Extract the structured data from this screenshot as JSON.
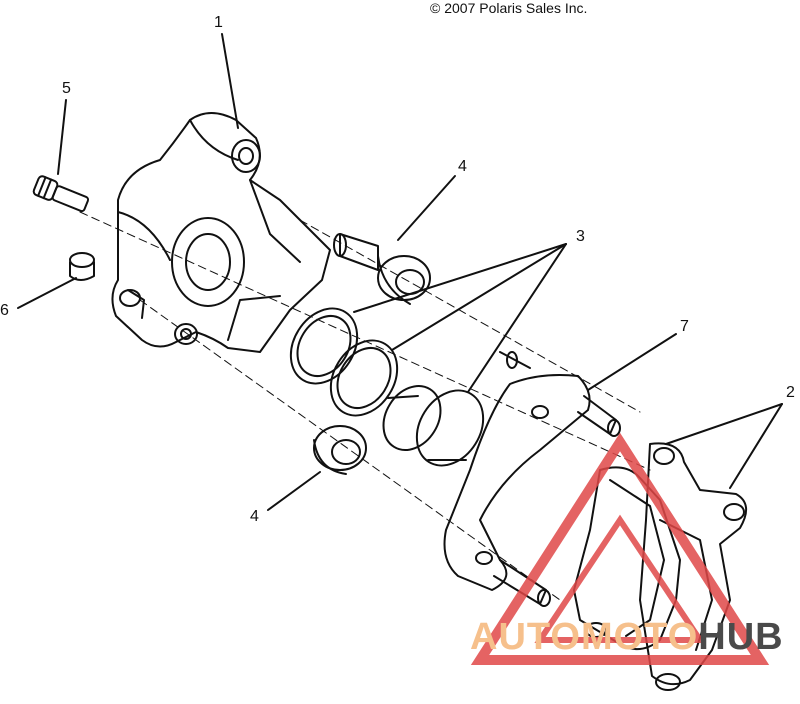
{
  "copyright": "© 2007 Polaris Sales Inc.",
  "callouts": {
    "c1": "1",
    "c2": "2",
    "c3": "3",
    "c4a": "4",
    "c4b": "4",
    "c5": "5",
    "c6": "6",
    "c7": "7"
  },
  "watermark": {
    "part1": "AUTOMOTO",
    "part2": "HUB",
    "colors": {
      "triangle": "#e04848",
      "light": "#f6c08c",
      "dark": "#4a4a4a"
    }
  }
}
